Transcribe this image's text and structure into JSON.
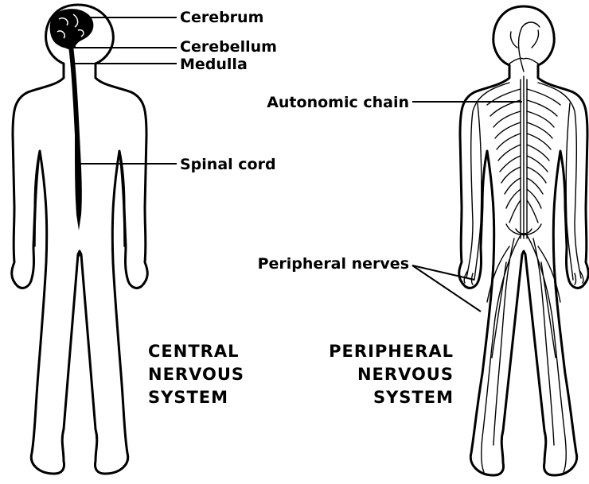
{
  "labels": {
    "cerebrum": "Cerebrum",
    "cerebellum": "Cerebellum",
    "medulla": "Medulla",
    "spinal_cord": "Spinal cord",
    "autonomic_chain": "Autonomic chain",
    "peripheral_nerves": "Peripheral nerves"
  },
  "titles": {
    "central": [
      "CENTRAL",
      "NERVOUS",
      "SYSTEM"
    ],
    "peripheral": [
      "PERIPHERAL",
      "NERVOUS",
      "SYSTEM"
    ]
  }
}
